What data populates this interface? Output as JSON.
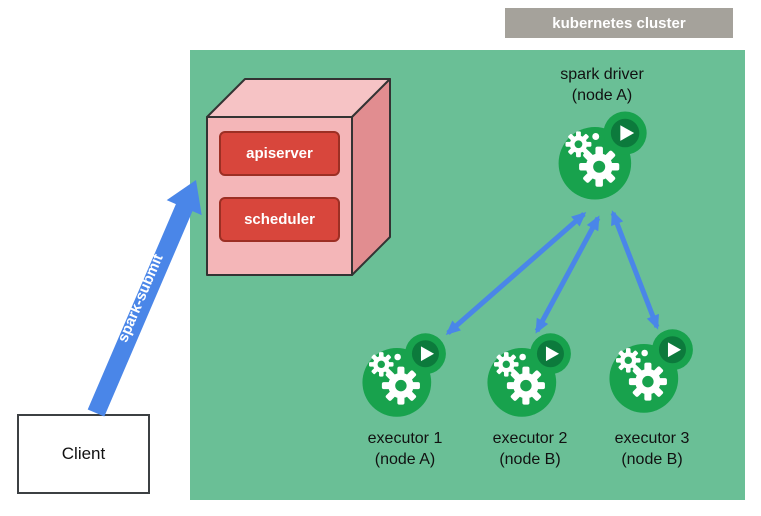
{
  "cluster": {
    "label": "kubernetes cluster"
  },
  "client": {
    "label": "Client"
  },
  "spark_submit": {
    "label": "spark-submit"
  },
  "control_plane": {
    "apiserver": "apiserver",
    "scheduler": "scheduler"
  },
  "driver": {
    "title": "spark driver",
    "subtitle": "(node A)"
  },
  "executors": [
    {
      "title": "executor 1",
      "subtitle": "(node A)"
    },
    {
      "title": "executor 2",
      "subtitle": "(node B)"
    },
    {
      "title": "executor 3",
      "subtitle": "(node B)"
    }
  ],
  "colors": {
    "cluster_bg": "#6abf96",
    "cluster_label_gray": "#a5a29b",
    "pod_green": "#18a24d",
    "pod_play": "#0c7a3c",
    "arrow_blue": "#4a86e8",
    "control_plane_red": "#d8463c",
    "cube_pink": "#f4b6b8"
  }
}
